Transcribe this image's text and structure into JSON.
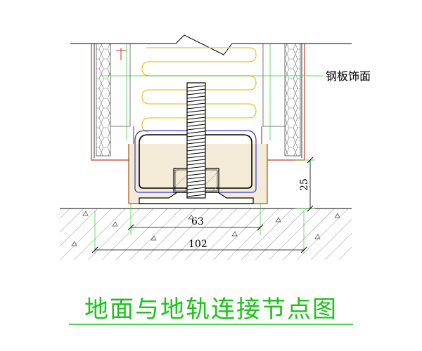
{
  "drawing": {
    "title": "地面与地轨连接节点图",
    "callout_label": "钢板饰面",
    "dimensions": {
      "height": "25",
      "inner_width": "63",
      "outer_width": "102"
    }
  },
  "colors": {
    "title": "#19c419",
    "insulation": "#e6c832",
    "bracket": "#3a3acc",
    "guide_line": "#2ecc2e",
    "panel_edge": "#c0392b",
    "channel_fill": "#f3ead8"
  }
}
